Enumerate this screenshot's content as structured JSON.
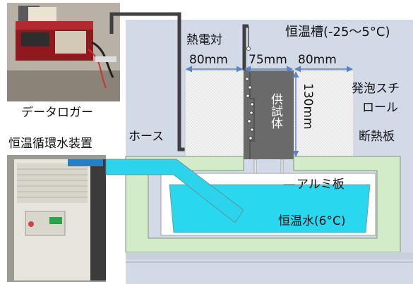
{
  "labels": {
    "chamber": "恒温槽(-25～5°C)",
    "thermocouple": "熱電対",
    "width_left": "80mm",
    "width_center": "75mm",
    "width_right": "80mm",
    "height": "130mm",
    "specimen": "供試体",
    "styrofoam_line1": "発泡スチ",
    "styrofoam_line2": "ロール",
    "insulation_board": "断熱板",
    "hose": "ホース",
    "aluminum_plate": "アルミ板",
    "constant_water": "恒温水(6°C)",
    "data_logger": "データロガー",
    "circulator": "恒温循環水装置"
  },
  "colors": {
    "chamber_bg": "#d2dae8",
    "styrofoam": "#f4f4f4",
    "styrofoam_dot": "#c9c9c9",
    "insulation": "#d3ebc9",
    "insulation_stroke": "#7a9a78",
    "specimen": "#6a6a6a",
    "water": "#29d8ef",
    "hose": "#2bd4ea",
    "dimension_arrow": "#5b84c4",
    "wire": "#404040"
  }
}
